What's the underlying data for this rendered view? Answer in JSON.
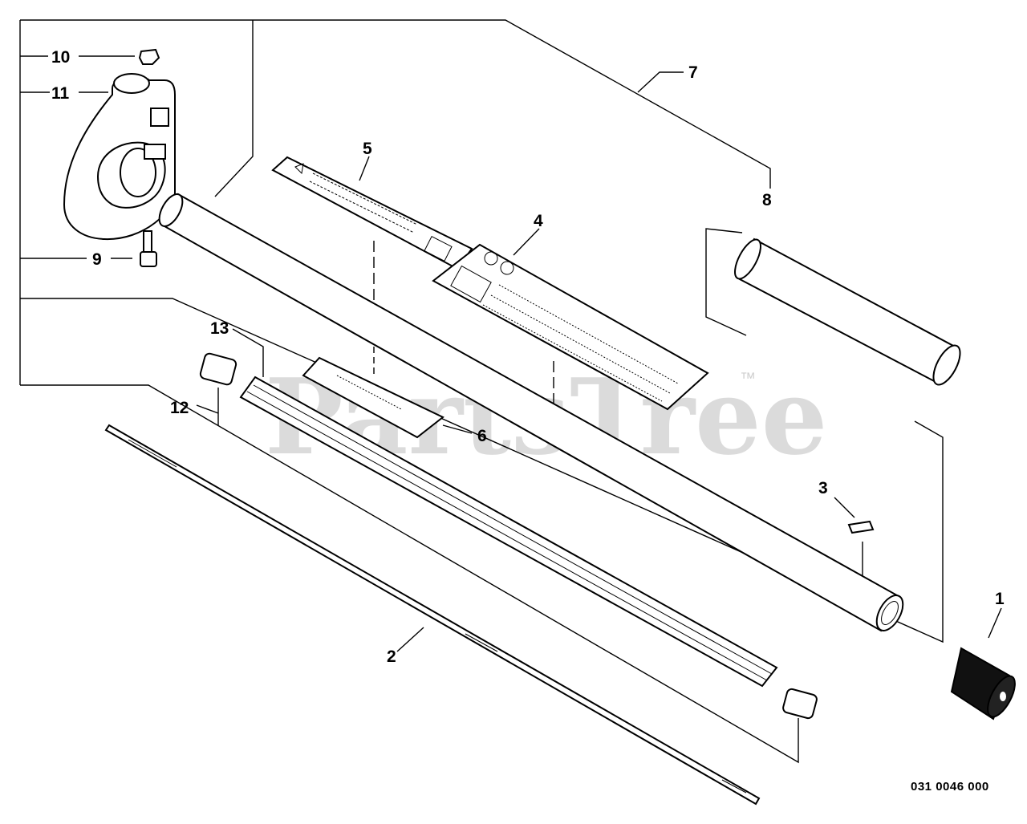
{
  "callouts": {
    "p1": "1",
    "p2": "2",
    "p3": "3",
    "p4": "4",
    "p5": "5",
    "p6": "6",
    "p7": "7",
    "p8": "8",
    "p9": "9",
    "p10": "10",
    "p11": "11",
    "p12": "12",
    "p13": "13"
  },
  "diagram_code": "031 0046 000",
  "watermark": {
    "text": "PartsTree",
    "trademark": "™"
  },
  "colors": {
    "line": "#000000",
    "watermark": "#cfcfcf",
    "background": "#ffffff"
  }
}
